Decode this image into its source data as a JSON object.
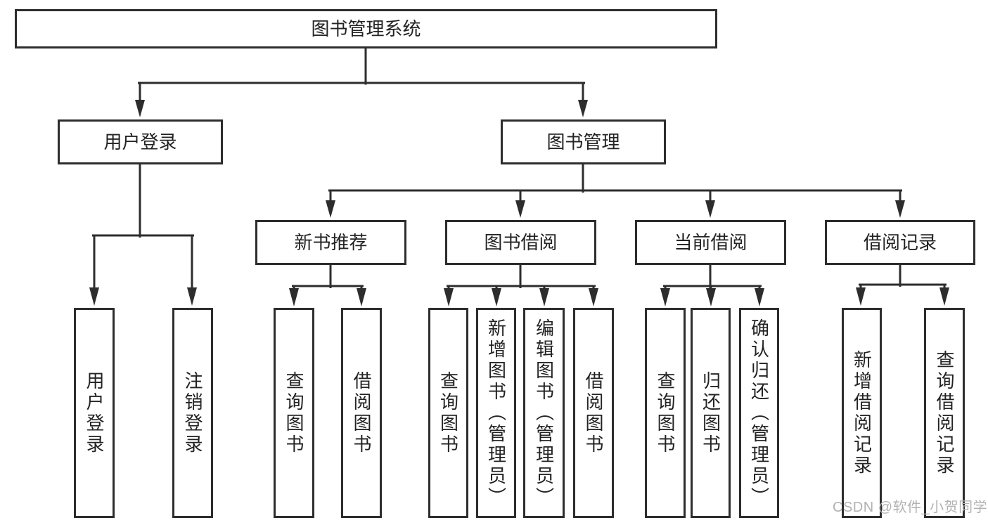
{
  "colors": {
    "background": "#ffffff",
    "line": "#2d2d2d",
    "text": "#232323",
    "watermark": "#b2b2b2"
  },
  "watermark": {
    "text": "CSDN @软件_小贺同学"
  },
  "tree": {
    "root": {
      "label": "图书管理系统"
    },
    "branches": [
      {
        "label": "用户登录",
        "children": [
          {
            "label": "用户登录"
          },
          {
            "label": "注销登录"
          }
        ]
      },
      {
        "label": "图书管理",
        "sections": [
          {
            "label": "新书推荐",
            "children": [
              {
                "label": "查询图书"
              },
              {
                "label": "借阅图书"
              }
            ]
          },
          {
            "label": "图书借阅",
            "children": [
              {
                "label": "查询图书"
              },
              {
                "label": "新增图书（管理员）"
              },
              {
                "label": "编辑图书（管理员）"
              },
              {
                "label": "借阅图书"
              }
            ]
          },
          {
            "label": "当前借阅",
            "children": [
              {
                "label": "查询图书"
              },
              {
                "label": "归还图书"
              },
              {
                "label": "确认归还（管理员）"
              }
            ]
          },
          {
            "label": "借阅记录",
            "children": [
              {
                "label": "新增借阅记录"
              },
              {
                "label": "查询借阅记录"
              }
            ]
          }
        ]
      }
    ]
  }
}
